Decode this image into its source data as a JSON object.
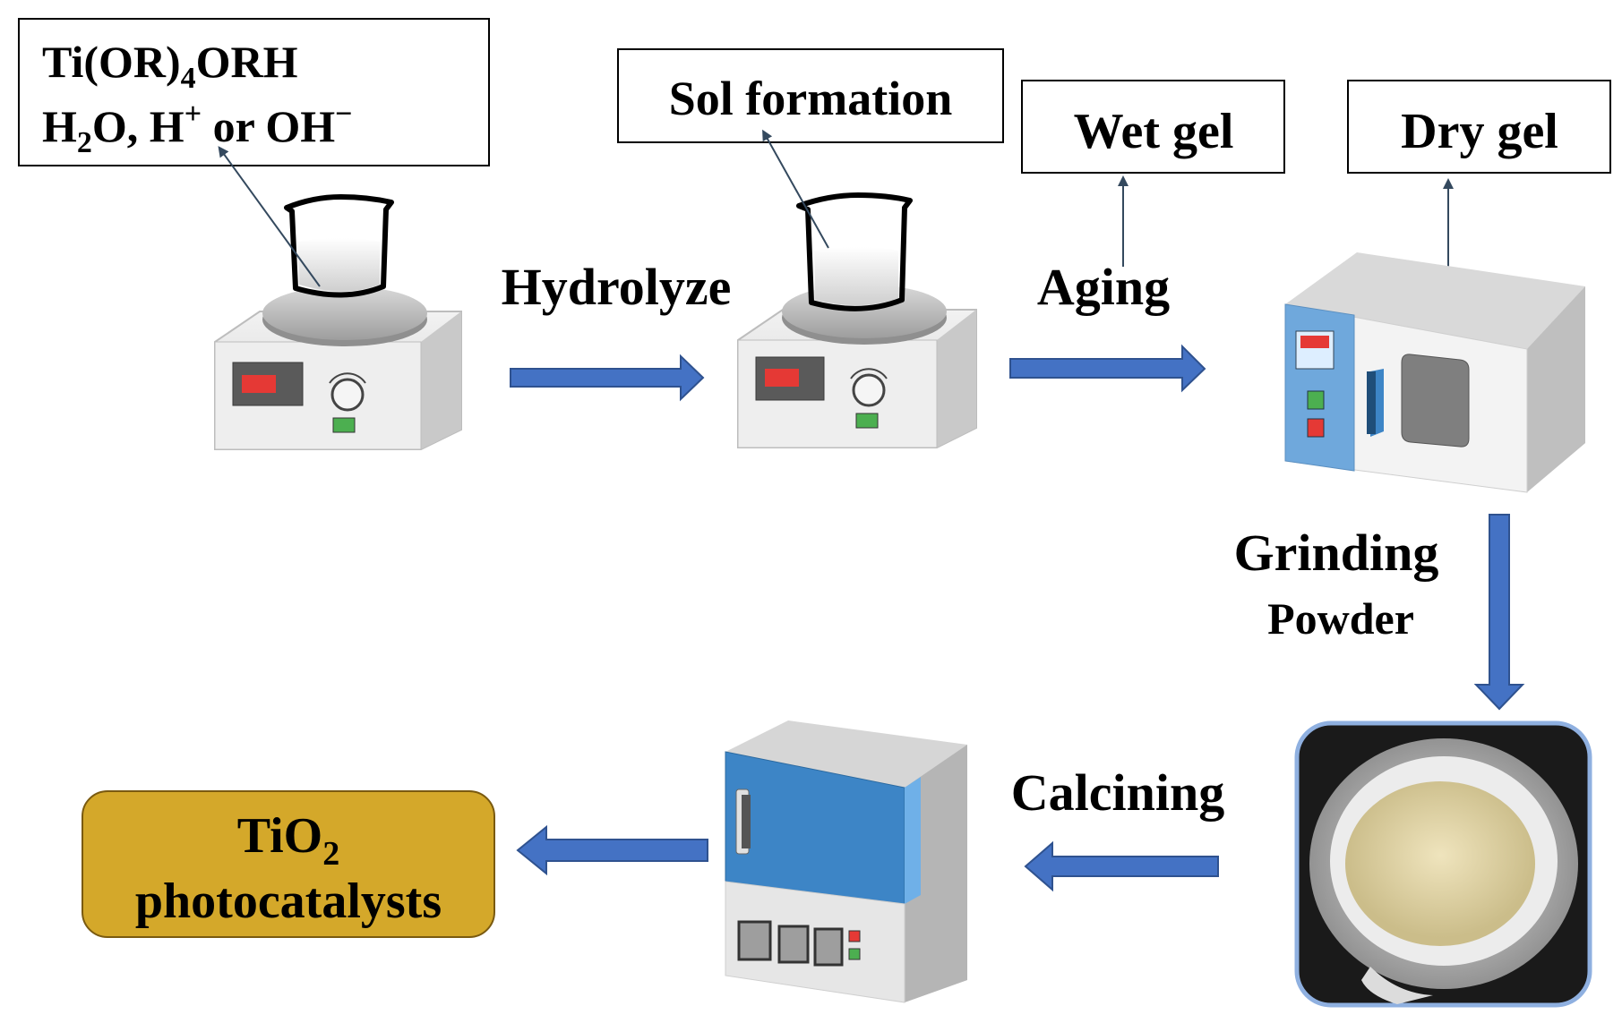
{
  "reagents": {
    "line1_main": "Ti(OR)",
    "line1_sub": "4",
    "line1_tail": "ORH",
    "line2_h": "H",
    "line2_sub": "2",
    "line2_mid": "O, H",
    "line2_sup": "+",
    "line2_tail": " or OH",
    "line2_sup2": "−"
  },
  "labels": {
    "sol_formation": "Sol formation",
    "wet_gel": "Wet gel",
    "dry_gel": "Dry gel",
    "hydrolyze": "Hydrolyze",
    "aging": "Aging",
    "grinding": "Grinding",
    "powder": "Powder",
    "calcining": "Calcining"
  },
  "product": {
    "line1_main": "TiO",
    "line1_sub": "2",
    "line2": "photocatalysts"
  },
  "colors": {
    "arrow_fill": "#4472c4",
    "arrow_stroke": "#2f528f",
    "product_fill": "#d4a82a",
    "product_stroke": "#7a5a10",
    "oven_panel": "#6fa8dc",
    "furnace_door": "#3d85c6",
    "powder": "#e8dcb0"
  }
}
